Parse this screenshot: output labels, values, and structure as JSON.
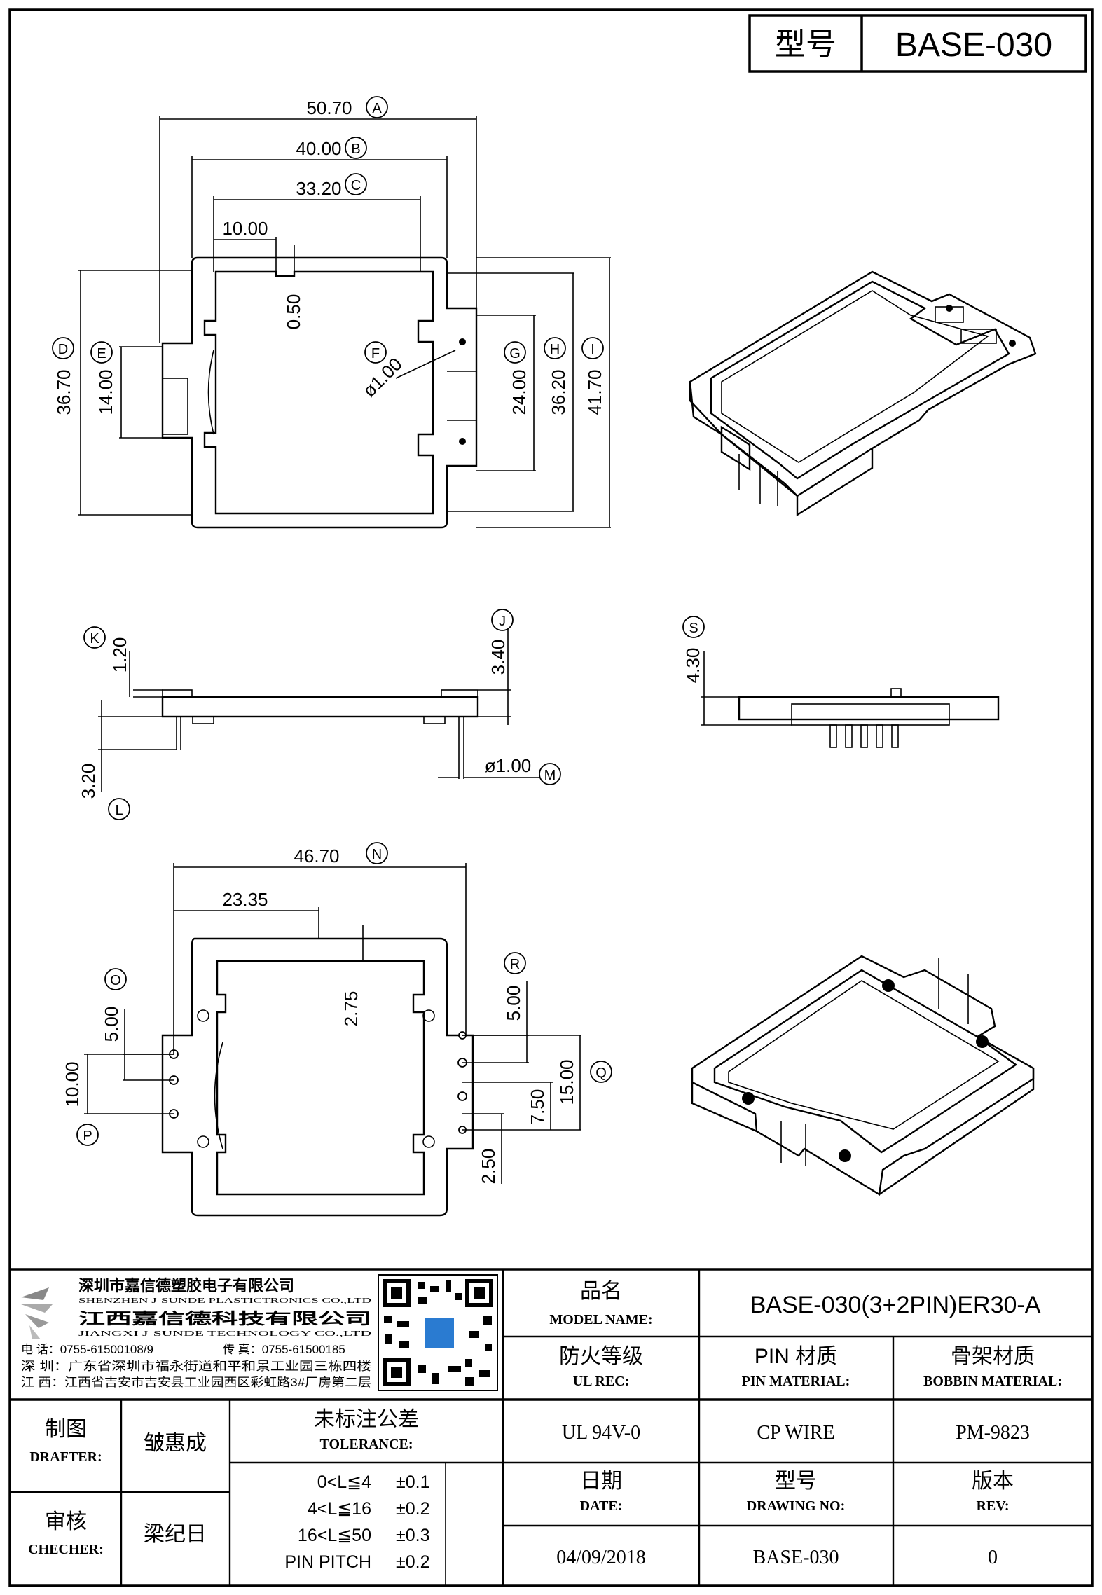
{
  "header": {
    "label": "型号",
    "value": "BASE-030"
  },
  "dims_top": {
    "A": "50.70",
    "B": "40.00",
    "C": "33.20",
    "w10": "10.00",
    "h050": "0.50",
    "D": "36.70",
    "E": "14.00",
    "F": "ø1.00",
    "G": "24.00",
    "H": "36.20",
    "I": "41.70"
  },
  "dims_side": {
    "K": "1.20",
    "J": "3.40",
    "L": "3.20",
    "M": "ø1.00",
    "S": "4.30"
  },
  "dims_bottom": {
    "N": "46.70",
    "half": "23.35",
    "h275": "2.75",
    "O": "5.00",
    "P": "10.00",
    "R": "5.00",
    "Q": "15.00",
    "p750": "7.50",
    "p250": "2.50"
  },
  "callouts": [
    "A",
    "B",
    "C",
    "D",
    "E",
    "F",
    "G",
    "H",
    "I",
    "J",
    "K",
    "L",
    "M",
    "N",
    "O",
    "P",
    "Q",
    "R",
    "S"
  ],
  "company": {
    "name_cn_1": "深圳市嘉信德塑胶电子有限公司",
    "name_en_1": "SHENZHEN J-SUNDE PLASTICTRONICS CO.,LTD",
    "name_cn_2": "江西嘉信德科技有限公司",
    "name_en_2": "JIANGXI J-SUNDE TECHNOLOGY CO.,LTD",
    "phone": "电 话：0755-61500108/9",
    "fax": "传 真：0755-61500185",
    "addr_sz": "深 圳：广东省深圳市福永街道和平和景工业园三栋四楼",
    "addr_jx": "江 西：江西省吉安市吉安县工业园西区彩虹路3#厂房第二层"
  },
  "title_block": {
    "model_cn": "品名",
    "model_en": "MODEL NAME:",
    "model_value": "BASE-030(3+2PIN)ER30-A",
    "ul_cn": "防火等级",
    "ul_en": "UL REC:",
    "ul_value": "UL 94V-0",
    "pin_cn": "PIN 材质",
    "pin_en": "PIN MATERIAL:",
    "pin_value": "CP WIRE",
    "bobbin_cn": "骨架材质",
    "bobbin_en": "BOBBIN MATERIAL:",
    "bobbin_value": "PM-9823",
    "drafter_cn": "制图",
    "drafter_en": "DRAFTER:",
    "drafter_value": "皱惠成",
    "checker_cn": "审核",
    "checker_en": "CHECHER:",
    "checker_value": "梁纪日",
    "tol_cn": "未标注公差",
    "tol_en": "TOLERANCE:",
    "tol_rows": [
      {
        "range": "0<L≦4",
        "value": "±0.1"
      },
      {
        "range": "4<L≦16",
        "value": "±0.2"
      },
      {
        "range": "16<L≦50",
        "value": "±0.3"
      },
      {
        "range": "PIN PITCH",
        "value": "±0.2"
      }
    ],
    "date_cn": "日期",
    "date_en": "DATE:",
    "date_value": "04/09/2018",
    "drawing_cn": "型号",
    "drawing_en": "DRAWING NO:",
    "drawing_value": "BASE-030",
    "rev_cn": "版本",
    "rev_en": "REV:",
    "rev_value": "0"
  }
}
